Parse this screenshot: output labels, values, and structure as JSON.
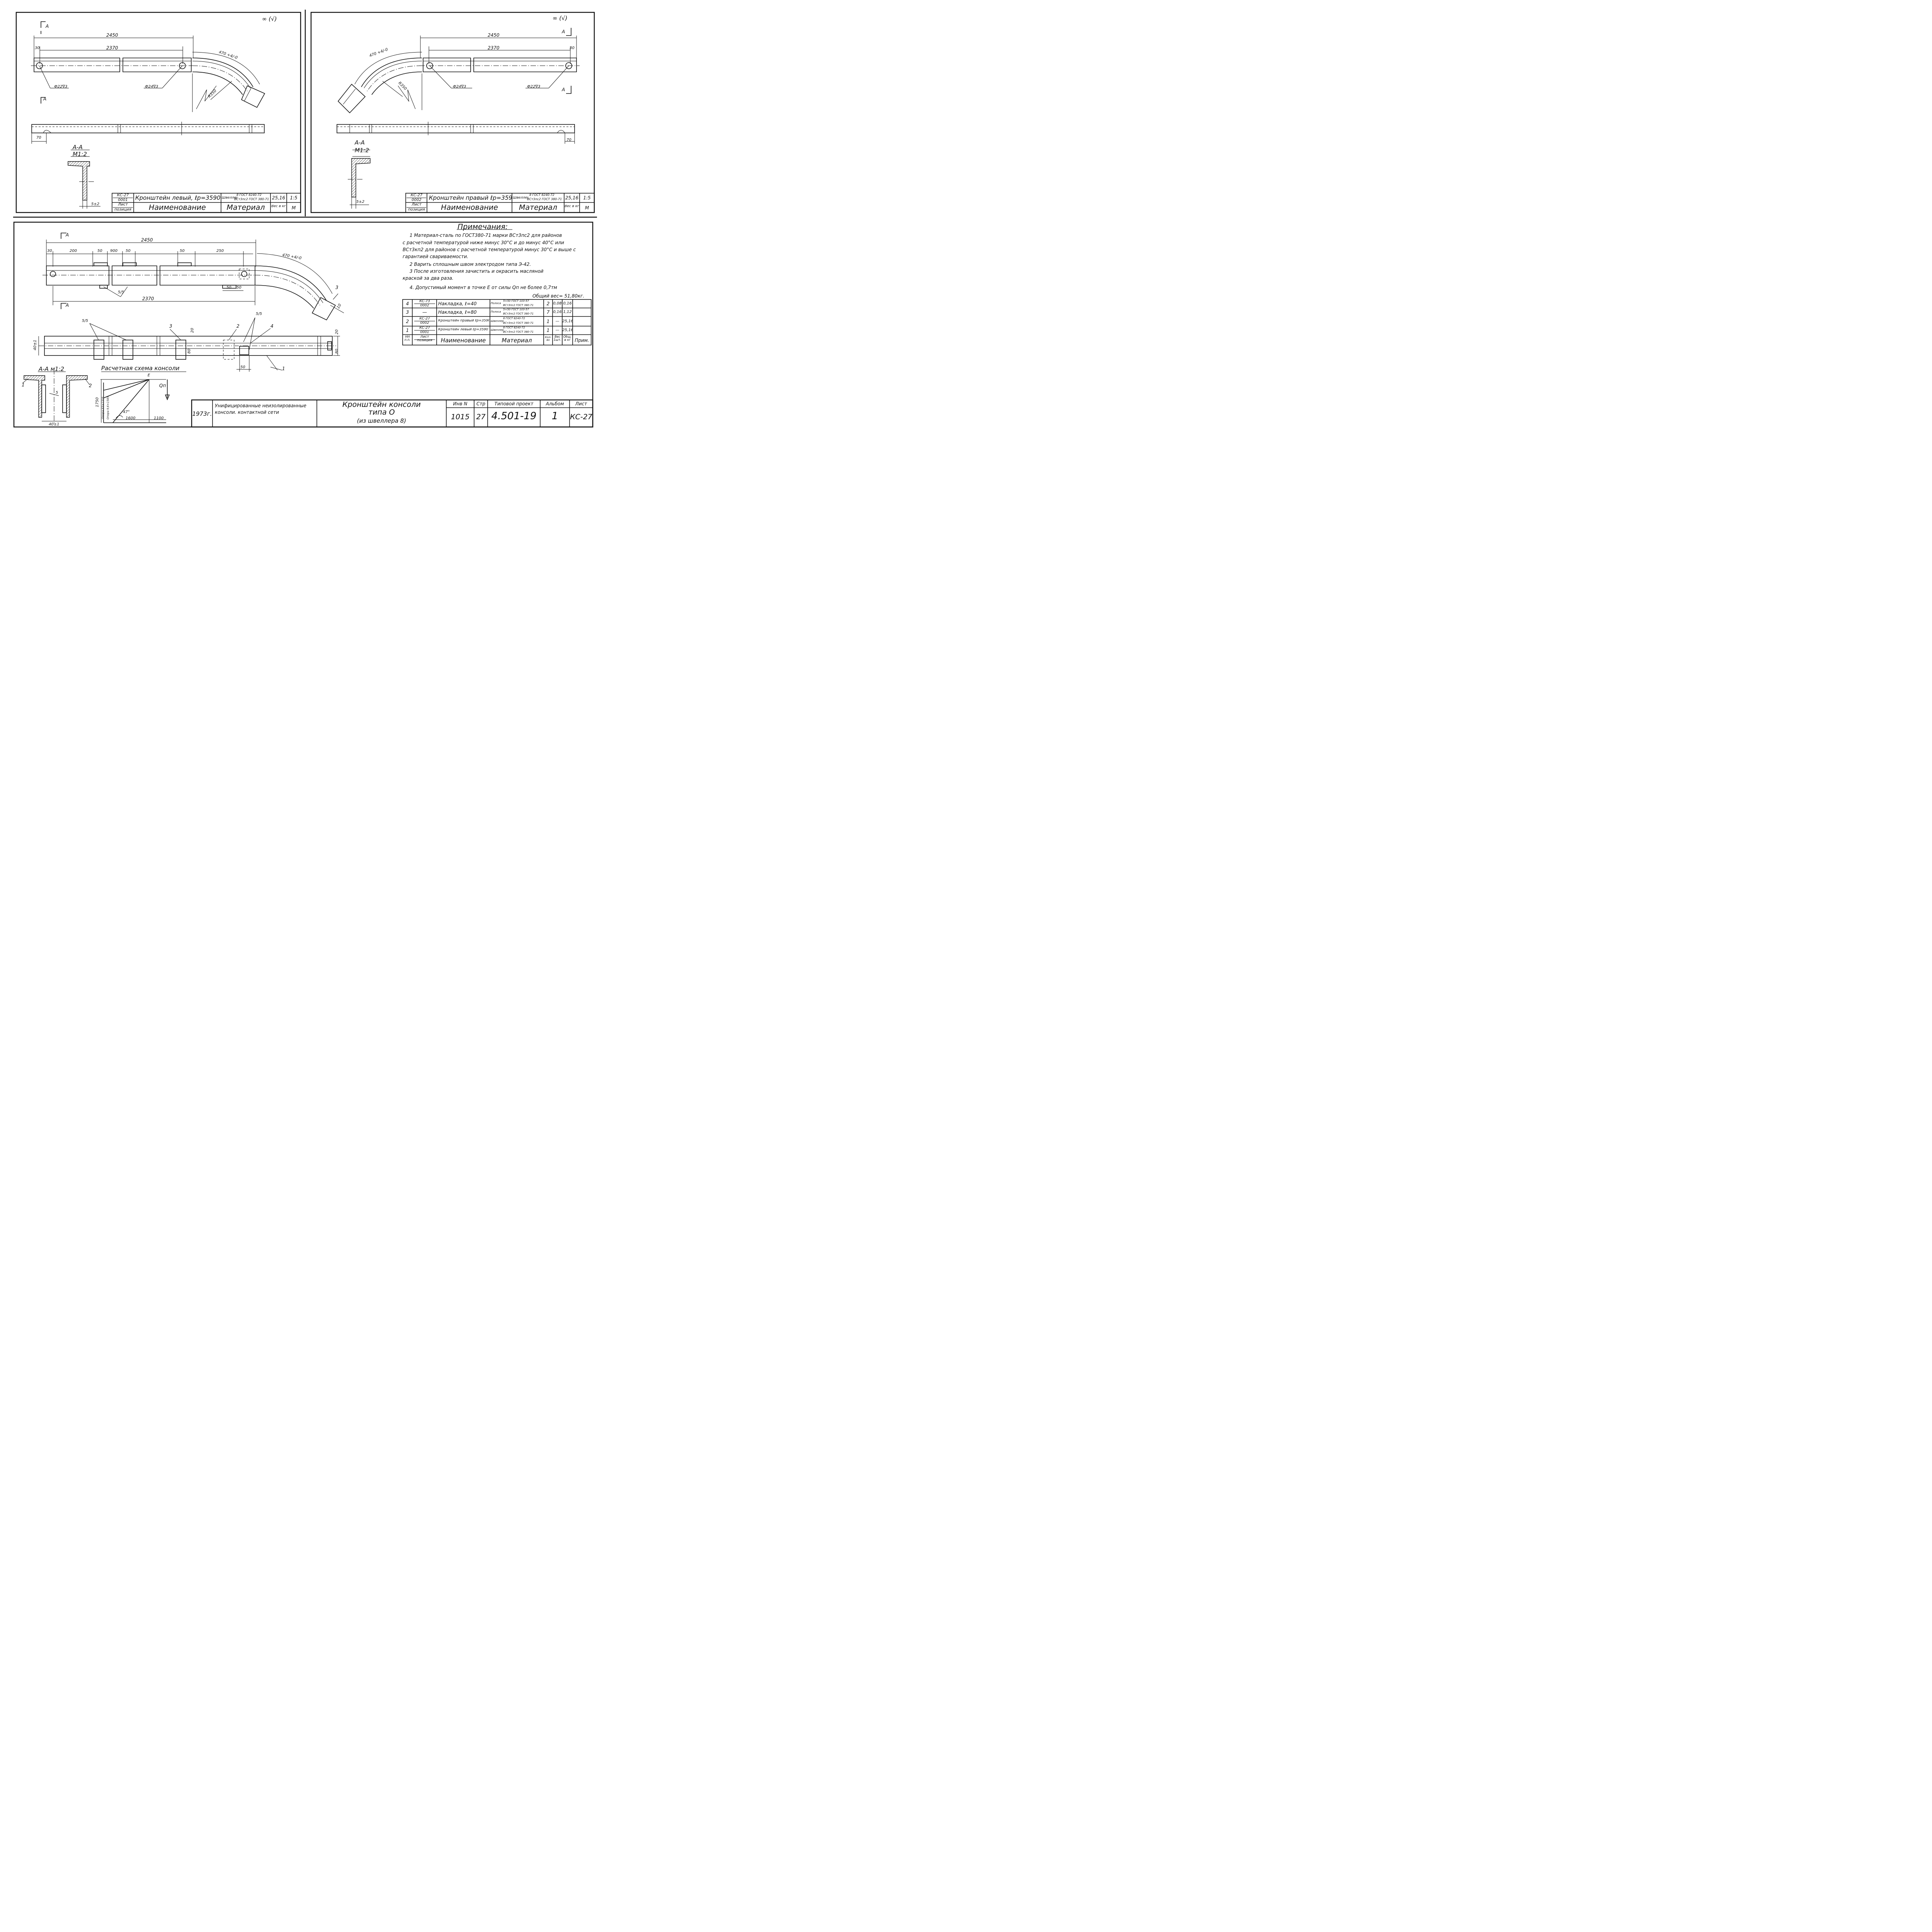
{
  "left_part": {
    "roughness": "∞ (√)",
    "dim_total": "2450",
    "dim_holes": "2370",
    "dim_edge": "30",
    "arc_len": "470 +4/-0",
    "radius": "R350",
    "hole_a": "Ф22∇3",
    "hole_b": "Ф24∇3",
    "section_mark": "А",
    "dim_70": "70",
    "section_title": "А-А",
    "section_scale": "М1:2",
    "dim_weld": "5±2",
    "title_block": {
      "sheet": "КС-27",
      "pos": "0001",
      "name": "Кронштейн левый, ℓр=3590",
      "material_a": "Швеллер",
      "material_b": "8 ГОСТ 8240-72",
      "material_c": "ВСт3пс2 ГОСТ 380-71",
      "weight": "25,16",
      "scale": "1:5",
      "h_sheet": "Лист",
      "h_pos": "позиция",
      "h_name": "Наименование",
      "h_material": "Материал",
      "h_weight": "Вес в кг",
      "h_m": "М"
    }
  },
  "right_part": {
    "roughness": "∞ (√)",
    "dim_total": "2450",
    "dim_holes": "2370",
    "dim_edge": "30",
    "arc_len": "470 +4/-0",
    "radius": "R350",
    "hole_a": "Ф24∇3",
    "hole_b": "Ф22∇3",
    "section_mark": "А",
    "dim_70": "70",
    "section_title": "А-А",
    "section_scale": "М1:2",
    "dim_weld": "5±2",
    "title_block": {
      "sheet": "КС-27",
      "pos": "0002",
      "name": "Кронштейн правый ℓр=3590",
      "material_a": "Швеллер",
      "material_b": "8 ГОСТ 8240-72",
      "material_c": "ВСт3пс2 ГОСТ 380-71",
      "weight": "25,16",
      "scale": "1:5",
      "h_sheet": "Лист",
      "h_pos": "позиция",
      "h_name": "Наименование",
      "h_material": "Материал",
      "h_weight": "Вес в кг",
      "h_m": "М"
    }
  },
  "assembly": {
    "section_mark": "А",
    "dim_total": "2450",
    "dim_edge": "30",
    "dims_top": [
      "200",
      "50",
      "900",
      "50",
      "50",
      "250"
    ],
    "dims_low": [
      "50",
      "50"
    ],
    "dim_holes": "2370",
    "arc_len": "470 +4/-0",
    "weld": "5/5",
    "callouts": [
      "1",
      "2",
      "3",
      "3",
      "4"
    ],
    "dim_10": "10",
    "dim_20": "20",
    "dim_40": "40±1",
    "dim_80": "80",
    "dim_50": "50",
    "section_title": "А-А м1:2",
    "section_dim": "40±1",
    "section_weld": "5",
    "calc_title": "Расчетная схема консоли",
    "calc_point": "Е",
    "calc_force": "Qп",
    "calc_angle": "47°",
    "calc_dims": [
      "1750",
      "1600",
      "1100"
    ],
    "calc_notes": [
      "Опора 63×1335",
      "Опора 9,6×1585"
    ]
  },
  "notes": {
    "title": "Примечания:",
    "lines": [
      "1 Материал-сталь по ГОСТ380-71 марки ВСт3пс2 для районов",
      "с расчетной температурой ниже минус 30°С и до минус 40°С или",
      "ВСт3кп2 для районов с расчетной температурой минус 30°С и выше с",
      "гарантией свариваемости.",
      "2 Варить сплошным швом электродом типа Э-42.",
      "3 После изготовления зачистить и окрасить масляной",
      "краской за два раза.",
      "4. Допустимый момент в точке Е от силы Qп не более 0,7тм"
    ],
    "total_weight": "Общий вес= 51,80кг."
  },
  "spec_table": {
    "rows": [
      {
        "n": "4",
        "sheet": "КС-73",
        "pos": "0002",
        "name": "Накладка, ℓ=40",
        "mat_a": "Полоса",
        "mat_b": "5×50 ГОСТ 103-57",
        "mat_c": "ВСт3пс2 ГОСТ 380-71",
        "qty": "2",
        "w1": "0,08",
        "w2": "0,16"
      },
      {
        "n": "3",
        "sheet": "—",
        "pos": "",
        "name": "Накладка, ℓ=80",
        "mat_a": "Полоса",
        "mat_b": "5×50 ГОСТ 103-57",
        "mat_c": "ВСт3пс2 ГОСТ 380-71",
        "qty": "7",
        "w1": "0,16",
        "w2": "1,12"
      },
      {
        "n": "2",
        "sheet": "КС-27",
        "pos": "0002",
        "name": "Кронштейн правый ℓр=3590",
        "mat_a": "Швеллер",
        "mat_b": "8 ГОСТ 8240-72",
        "mat_c": "ВСт3пс2 ГОСТ 380-71",
        "qty": "1",
        "w1": "—",
        "w2": "25,16"
      },
      {
        "n": "1",
        "sheet": "КС-27",
        "pos": "0001",
        "name": "Кронштейн левый ℓр=3590",
        "mat_a": "Швеллер",
        "mat_b": "8 ГОСТ 8240-72",
        "mat_c": "ВСт3пс2 ГОСТ 380-71",
        "qty": "1",
        "w1": "—",
        "w2": "25,16"
      }
    ],
    "header": {
      "n": "НН п.п.",
      "sheet": "Лист позиция",
      "name": "Наименование",
      "mat": "Материал",
      "qty": "Кол-во",
      "w1": "Вес 1шт.",
      "w2": "Общ. в кг",
      "note": "Прим."
    }
  },
  "main_title": {
    "year": "1973г.",
    "project": "Унифицированные неизолированные консоли. контактной сети",
    "title_l1": "Кронштейн консоли",
    "title_l2": "типа О",
    "title_l3": "(из швеллера 8)",
    "inv_label": "Инв N",
    "inv": "1015",
    "page_label": "Стр",
    "page": "27",
    "proj_label": "Типовой проект",
    "proj": "4.501-19",
    "album_label": "Альбом",
    "album": "1",
    "sheet_label": "Лист",
    "sheet": "КС-27"
  }
}
